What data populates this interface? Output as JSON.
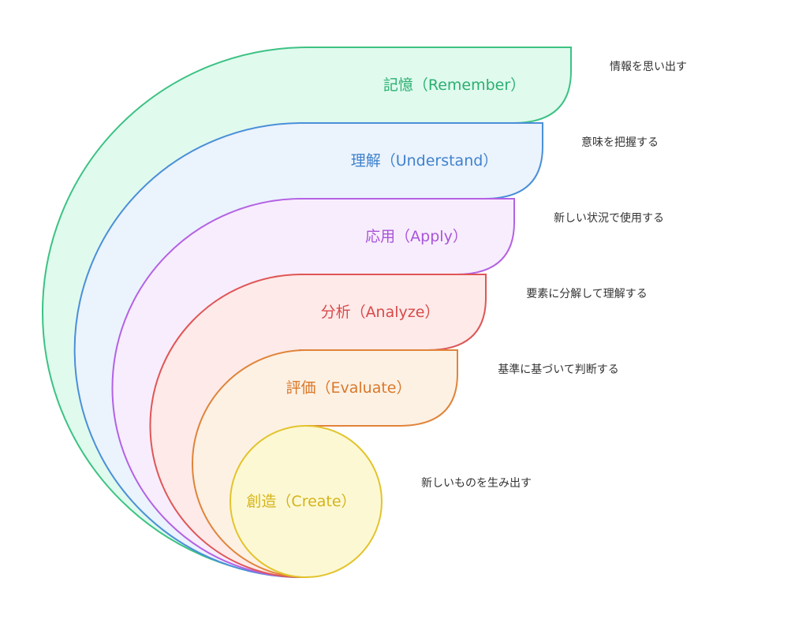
{
  "levels": [
    {
      "label": "記憶（Remember）",
      "description": "情報を思い出す",
      "stroke": "#3cc283",
      "fill": "#e0faee",
      "text": "#2ab070"
    },
    {
      "label": "理解（Understand）",
      "description": "意味を把握する",
      "stroke": "#4a8fd8",
      "fill": "#ebf3fd",
      "text": "#3f82cd"
    },
    {
      "label": "応用（Apply）",
      "description": "新しい状況で使用する",
      "stroke": "#b462e3",
      "fill": "#f8edfd",
      "text": "#a855d8"
    },
    {
      "label": "分析（Analyze）",
      "description": "要素に分解して理解する",
      "stroke": "#df5656",
      "fill": "#fdeae9",
      "text": "#d94a4a"
    },
    {
      "label": "評価（Evaluate）",
      "description": "基準に基づいて判断する",
      "stroke": "#e0843a",
      "fill": "#fdf1e4",
      "text": "#d9782a"
    },
    {
      "label": "創造（Create）",
      "description": "新しいものを生み出す",
      "stroke": "#e2c42c",
      "fill": "#fdf8d4",
      "text": "#d4b417"
    }
  ]
}
